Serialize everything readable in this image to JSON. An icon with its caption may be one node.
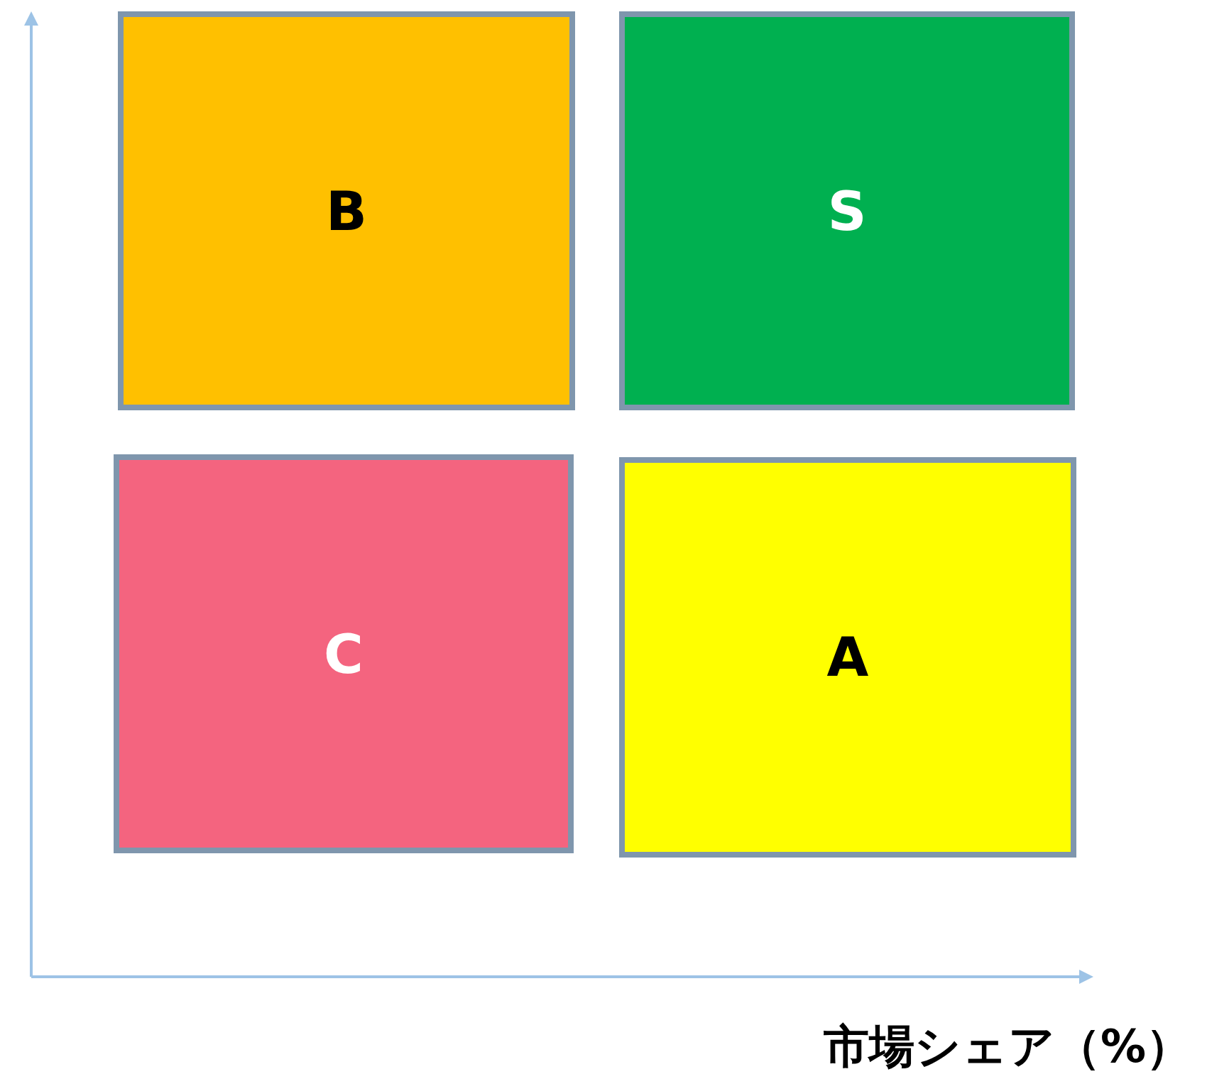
{
  "diagram": {
    "nodes": [
      {
        "text": [
          "B"
        ]
      },
      {
        "text": [
          "S"
        ]
      },
      {
        "text": [
          "C"
        ]
      },
      {
        "text": [
          "A"
        ]
      }
    ],
    "labels": [
      "市場シェア（%）"
    ]
  }
}
